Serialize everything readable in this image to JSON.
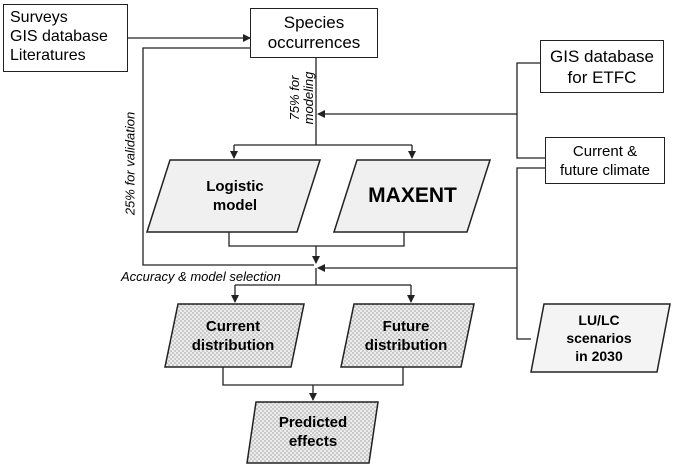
{
  "inputs": {
    "surveys": "Surveys",
    "gis_database": "GIS database",
    "literatures": "Literatures"
  },
  "species_occurrences": {
    "line1": "Species",
    "line2": "occurrences"
  },
  "gis_etfc": {
    "line1": "GIS database",
    "line2": "for ETFC"
  },
  "climate": {
    "line1": "Current &",
    "line2": "future climate"
  },
  "split_modeling": {
    "line1": "75% for",
    "line2": "modeling"
  },
  "split_validation": "25% for validation",
  "logistic": {
    "line1": "Logistic",
    "line2": "model"
  },
  "maxent": "MAXENT",
  "accuracy": "Accuracy & model selection",
  "current_dist": {
    "line1": "Current",
    "line2": "distribution"
  },
  "future_dist": {
    "line1": "Future",
    "line2": "distribution"
  },
  "lulc": {
    "line1": "LU/LC",
    "line2": "scenarios",
    "line3": "in 2030"
  },
  "predicted": {
    "line1": "Predicted",
    "line2": "effects"
  }
}
